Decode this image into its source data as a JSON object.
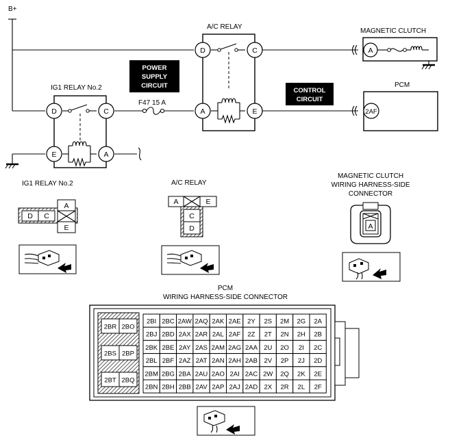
{
  "labels": {
    "bplus": "B+",
    "ac_relay": "A/C RELAY",
    "magnetic_clutch": "MAGNETIC CLUTCH",
    "pcm": "PCM",
    "ig1_relay": "IG1 RELAY No.2",
    "power_supply": [
      "POWER",
      "SUPPLY",
      "CIRCUIT"
    ],
    "control_circuit": [
      "CONTROL",
      "CIRCUIT"
    ],
    "fuse": "F47 15 A",
    "ig1_connector_title": "IG1 RELAY No.2",
    "ac_connector_title": "A/C RELAY",
    "mc_connector_title": [
      "MAGNETIC CLUTCH",
      "WIRING HARNESS-SIDE",
      "CONNECTOR"
    ],
    "pcm_connector_title": [
      "PCM",
      "WIRING HARNESS-SIDE CONNECTOR"
    ]
  },
  "pins": {
    "ac_d": "D",
    "ac_c": "C",
    "ac_a": "A",
    "ac_e": "E",
    "ig_d": "D",
    "ig_c": "C",
    "ig_e": "E",
    "ig_a": "A",
    "mc_a": "A",
    "pcm_2af": "2AF"
  },
  "connectors": {
    "ig1": {
      "a": "A",
      "d": "D",
      "c": "C",
      "e": "E"
    },
    "ac": {
      "a": "A",
      "e": "E",
      "c": "C",
      "d": "D"
    },
    "mc": {
      "a": "A"
    }
  },
  "pcm_connector": {
    "left_pins": [
      "2BR",
      "2BO",
      "2BS",
      "2BP",
      "2BT",
      "2BQ"
    ],
    "rows": [
      [
        "2BI",
        "2BC",
        "2AW",
        "2AQ",
        "2AK",
        "2AE",
        "2Y",
        "2S",
        "2M",
        "2G",
        "2A"
      ],
      [
        "2BJ",
        "2BD",
        "2AX",
        "2AR",
        "2AL",
        "2AF",
        "2Z",
        "2T",
        "2N",
        "2H",
        "2B"
      ],
      [
        "2BK",
        "2BE",
        "2AY",
        "2AS",
        "2AM",
        "2AG",
        "2AA",
        "2U",
        "2O",
        "2I",
        "2C"
      ],
      [
        "2BL",
        "2BF",
        "2AZ",
        "2AT",
        "2AN",
        "2AH",
        "2AB",
        "2V",
        "2P",
        "2J",
        "2D"
      ],
      [
        "2BM",
        "2BG",
        "2BA",
        "2AU",
        "2AO",
        "2AI",
        "2AC",
        "2W",
        "2Q",
        "2K",
        "2E"
      ],
      [
        "2BN",
        "2BH",
        "2BB",
        "2AV",
        "2AP",
        "2AJ",
        "2AD",
        "2X",
        "2R",
        "2L",
        "2F"
      ]
    ]
  }
}
